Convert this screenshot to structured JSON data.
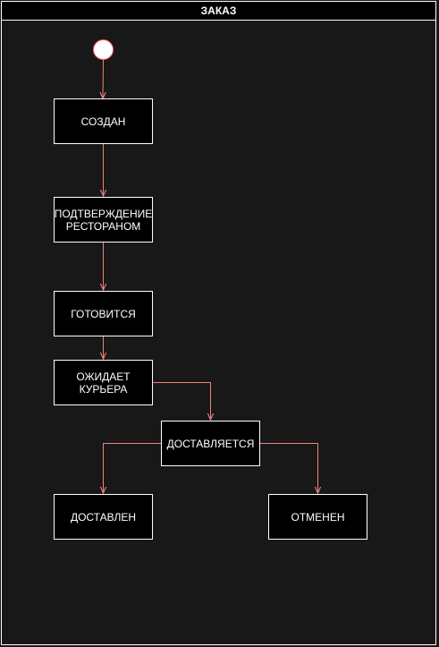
{
  "diagram": {
    "title": "ЗАКАЗ",
    "edge_color": "#f08080",
    "states": {
      "created": "СОЗДАН",
      "restaurant_confirmation": "ПОДТВЕРЖДЕНИЕ\nРЕСТОРАНОМ",
      "cooking": "ГОТОВИТСЯ",
      "awaiting_courier": "ОЖИДАЕТ\nКУРЬЕРА",
      "delivering": "ДОСТАВЛЯЕТСЯ",
      "delivered": "ДОСТАВЛЕН",
      "cancelled": "ОТМЕНЕН"
    },
    "transitions": [
      {
        "from": "start",
        "to": "created"
      },
      {
        "from": "created",
        "to": "restaurant_confirmation"
      },
      {
        "from": "restaurant_confirmation",
        "to": "cooking"
      },
      {
        "from": "cooking",
        "to": "awaiting_courier"
      },
      {
        "from": "awaiting_courier",
        "to": "delivering"
      },
      {
        "from": "delivering",
        "to": "delivered"
      },
      {
        "from": "delivering",
        "to": "cancelled"
      }
    ]
  }
}
